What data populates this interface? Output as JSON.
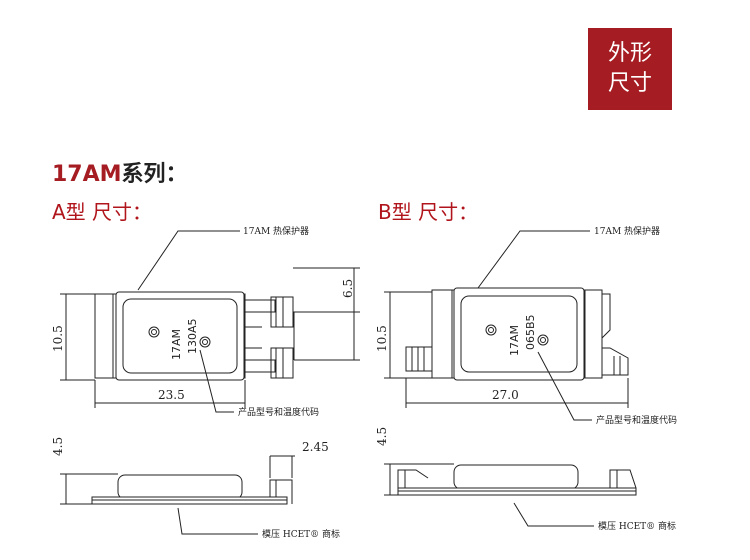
{
  "badge": {
    "line1": "外形",
    "line2": "尺寸"
  },
  "series_title": {
    "model": "17AM",
    "suffix": "系列："
  },
  "type_a": {
    "title": "A型 尺寸：",
    "label_top": "17AM 热保护器",
    "label_code": "产品型号和温度代码",
    "label_mark": "模压 HCET® 商标",
    "body_text1": "17AM",
    "body_text2": "130A5",
    "dim_width": "23.5",
    "dim_height": "10.5",
    "dim_terminal": "6.5",
    "dim_side_h": "4.5",
    "dim_side_t": "2.45"
  },
  "type_b": {
    "title": "B型 尺寸：",
    "label_top": "17AM 热保护器",
    "label_code": "产品型号和温度代码",
    "label_mark": "模压 HCET® 商标",
    "body_text1": "17AM",
    "body_text2": "065B5",
    "dim_width": "27.0",
    "dim_height": "10.5",
    "dim_side_h": "4.5"
  },
  "colors": {
    "accent": "#a51d22"
  }
}
